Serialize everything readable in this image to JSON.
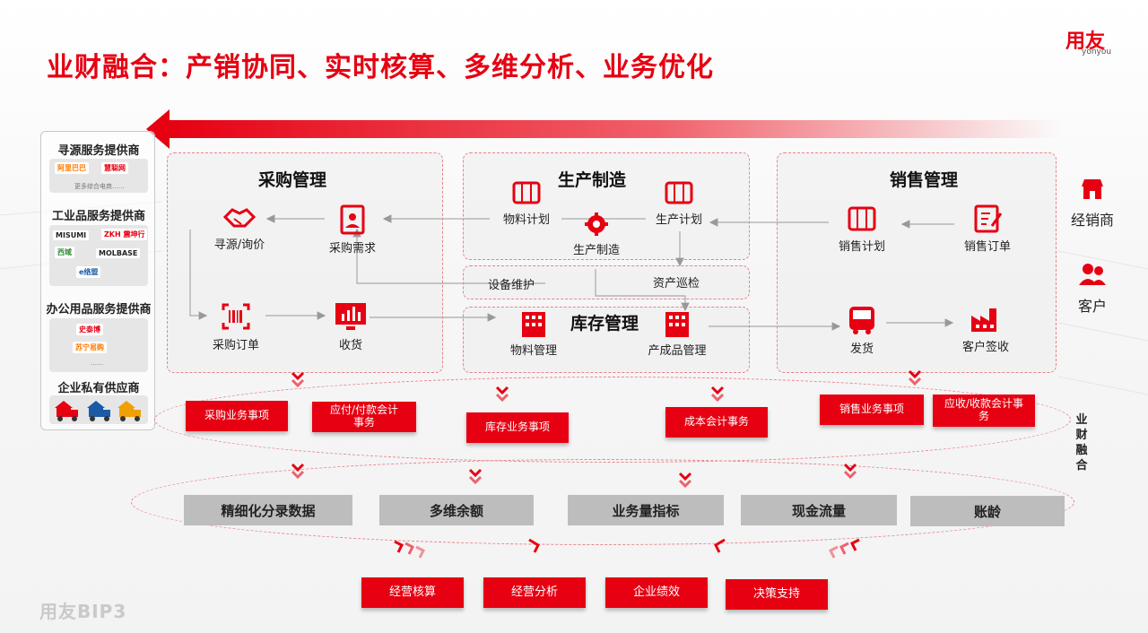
{
  "title": "业财融合：产销协同、实时核算、多维分析、业务优化",
  "logo": {
    "cn": "用友",
    "en": "yonyou"
  },
  "brand_bottom": "用友BIP3",
  "suppliers": {
    "sourcing": {
      "title": "寻源服务提供商",
      "chips": [
        "阿里巴巴",
        "慧聪网"
      ],
      "more": "更多综合电商……"
    },
    "industrial": {
      "title": "工业品服务提供商",
      "chips": [
        "MISUMI",
        "ZKH 震坤行",
        "西域",
        "MOLBASE",
        "e络盟"
      ]
    },
    "office": {
      "title": "办公用品服务提供商",
      "chips": [
        "史泰博",
        "苏宁易购"
      ],
      "more": "……"
    },
    "private": {
      "title": "企业私有供应商"
    }
  },
  "purchasing": {
    "title": "采购管理",
    "sourcing": "寻源/询价",
    "demand": "采购需求",
    "order": "采购订单",
    "receipt": "收货"
  },
  "production": {
    "title": "生产制造",
    "material_plan": "物料计划",
    "prod_plan": "生产计划",
    "manufacturing": "生产制造",
    "maintenance": "设备维护",
    "inspection": "资产巡检"
  },
  "inventory": {
    "title": "库存管理",
    "material_mgmt": "物料管理",
    "product_mgmt": "产成品管理"
  },
  "sales": {
    "title": "销售管理",
    "sales_plan": "销售计划",
    "sales_order": "销售订单",
    "shipping": "发货",
    "receipt": "客户签收"
  },
  "right": {
    "dealer": "经销商",
    "customer": "客户"
  },
  "accounting_items": {
    "purchase": "采购业务事项",
    "ap": "应付/付款会计事务",
    "inventory": "库存业务事项",
    "cost": "成本会计事务",
    "sales": "销售业务事项",
    "ar": "应收/收款会计事务"
  },
  "side_vertical": "业财融合",
  "analysis": [
    "精细化分录数据",
    "多维余额",
    "业务量指标",
    "现金流量",
    "账龄"
  ],
  "outputs": [
    "经营核算",
    "经营分析",
    "企业绩效",
    "决策支持"
  ],
  "colors": {
    "accent": "#e60012",
    "dash": "#e8838b",
    "grey": "#bdbdbd"
  }
}
